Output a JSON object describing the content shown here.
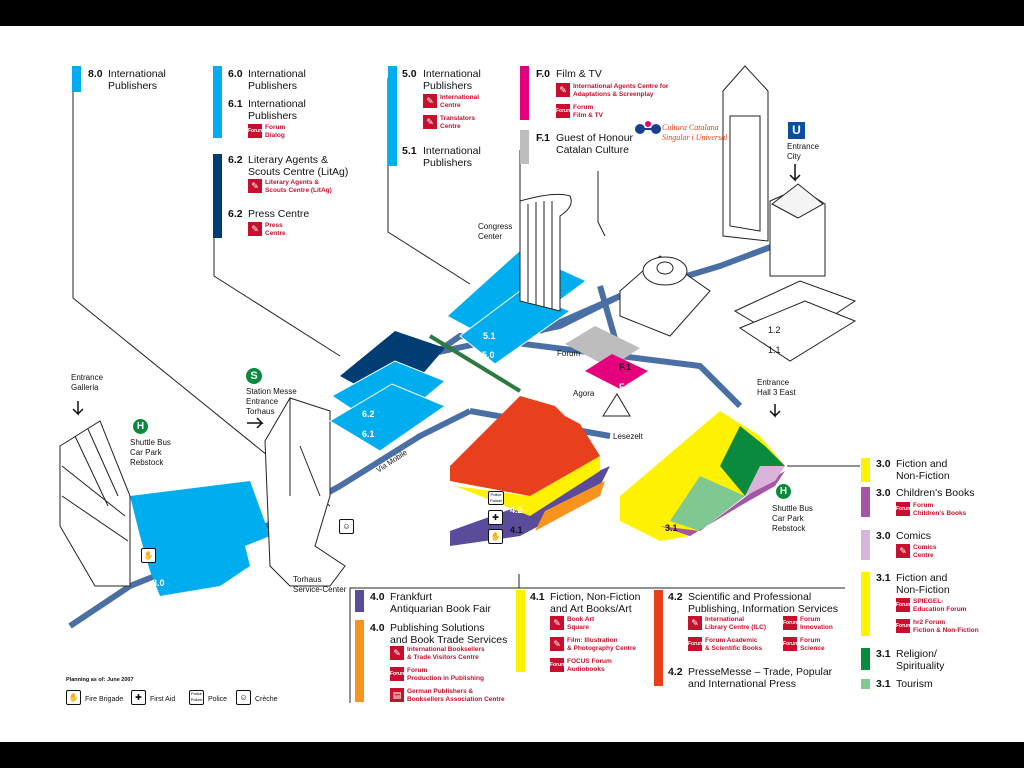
{
  "top_labels": {
    "h80": {
      "num": "8.0",
      "text": "International\nPublishers"
    },
    "h60": {
      "num": "6.0",
      "text": "International\nPublishers"
    },
    "h61": {
      "num": "6.1",
      "text": "International\nPublishers",
      "sub": "Forum\nDialog"
    },
    "h62a": {
      "num": "6.2",
      "text": "Literary Agents &\nScouts Centre (LitAg)",
      "sub": "Literary Agents &\nScouts Centre (LitAg)"
    },
    "h62b": {
      "num": "6.2",
      "text": "Press Centre",
      "sub": "Press\nCentre"
    },
    "h50": {
      "num": "5.0",
      "text": "International\nPublishers",
      "sub1": "International\nCentre",
      "sub2": "Translators\nCentre"
    },
    "h51": {
      "num": "5.1",
      "text": "International\nPublishers"
    },
    "hF0": {
      "num": "F.0",
      "text": "Film & TV",
      "sub1": "International Agents Centre for\nAdaptations & Screenplay",
      "sub2": "Forum\nFilm & TV"
    },
    "hF1": {
      "num": "F.1",
      "text": "Guest of Honour\nCatalan Culture",
      "logo": "Cultura Catalana\nSingular i Universal"
    }
  },
  "map_labels": {
    "congress": "Congress\nCenter",
    "u_symbol": "U",
    "entrance_city": "Entrance\nCity",
    "forum": "Forum",
    "agora": "Agora",
    "lesezelt": "Lesezelt",
    "entrance_hall3": "Entrance\nHall 3 East",
    "entrance_galleria": "Entrance\nGalleria",
    "station_symbol": "S",
    "station": "Station Messe\nEntrance\nTorhaus",
    "h_symbol": "H",
    "shuttle_left": "Shuttle Bus\nCar Park\nRebstock",
    "shuttle_right": "Shuttle Bus\nCar Park\nRebstock",
    "via_mobile": "Via Mobile",
    "torhaus": "Torhaus\nService-Center",
    "hall_12": "1.2",
    "hall_11": "1.1",
    "hall_51": "5.1",
    "hall_50": "5.0",
    "hall_62": "6.2",
    "hall_61": "6.1",
    "hall_60": "6.0",
    "hall_F1": "F.1",
    "hall_F0": "F.0",
    "hall_42": "4.2",
    "hall_41": "4.1",
    "hall_40": "4.0",
    "hall_31": "3.1",
    "hall_30": "3.0",
    "hall_80": "8.0",
    "police_tag": "Police\nPolizei"
  },
  "bottom_sections": {
    "h40a": {
      "num": "4.0",
      "text": "Frankfurt\nAntiquarian Book Fair"
    },
    "h40b": {
      "num": "4.0",
      "text": "Publishing Solutions\nand Book Trade Services",
      "sub1": "International Booksellers\n& Trade Visitors Centre",
      "sub2": "Forum\nProduction in Publishing",
      "sub3": "German Publishers &\nBooksellers Association Centre"
    },
    "h41": {
      "num": "4.1",
      "text": "Fiction, Non-Fiction\nand Art Books/Art",
      "sub1": "Book Art\nSquare",
      "sub2": "Film: Illustration\n& Photography Centre",
      "sub3": "FOCUS Forum\nAudiobooks"
    },
    "h42a": {
      "num": "4.2",
      "text": "Scientific and Professional\nPublishing, Information Services",
      "sub1": "International\nLibrary Centre (ILC)",
      "sub2": "Forum Academic\n& Scientific Books",
      "sub3": "Forum\nInnovation",
      "sub4": "Forum\nScience"
    },
    "h42b": {
      "num": "4.2",
      "text": "PresseMesse – Trade, Popular\nand International Press"
    }
  },
  "right_sections": {
    "h30a": {
      "num": "3.0",
      "text": "Fiction and\nNon-Fiction"
    },
    "h30b": {
      "num": "3.0",
      "text": "Children's Books",
      "sub": "Forum\nChildren's Books"
    },
    "h30c": {
      "num": "3.0",
      "text": "Comics",
      "sub": "Comics\nCentre"
    },
    "h31a": {
      "num": "3.1",
      "text": "Fiction and\nNon-Fiction",
      "sub1": "SPIEGEL-\nEducation Forum",
      "sub2": "hr2 Forum\nFiction & Non-Fiction"
    },
    "h31b": {
      "num": "3.1",
      "text": "Religion/\nSpirituality"
    },
    "h31c": {
      "num": "3.1",
      "text": "Tourism"
    }
  },
  "legend": {
    "planning": "Planning as of: June 2007",
    "fire": "Fire Brigade",
    "first_aid": "First Aid",
    "police": "Police",
    "creche": "Crèche"
  },
  "colors": {
    "cyan": "#00aeef",
    "navy": "#003d73",
    "magenta": "#e5007e",
    "grey": "#bdbdbd",
    "red": "#e8401c",
    "yellow": "#fff200",
    "purple": "#5a4b9b",
    "orange": "#f7941d",
    "green": "#0a8a3c",
    "lightgreen": "#7fc891",
    "violet": "#a356a5",
    "lilac": "#d9b3d9",
    "pathway": "#4a6fa5",
    "brand_red": "#c8102e"
  }
}
